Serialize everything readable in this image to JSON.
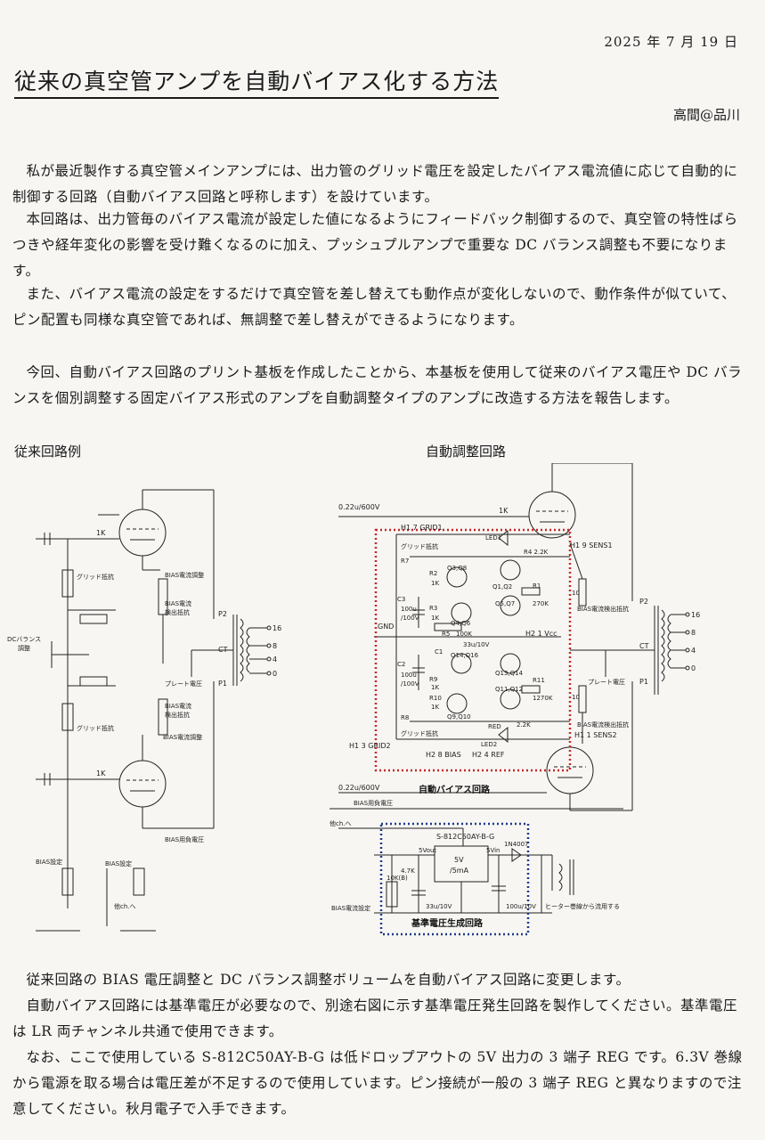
{
  "date": "2025 年 7 月 19 日",
  "title": "従来の真空管アンプを自動バイアス化する方法",
  "author": "高間@品川",
  "paragraphs": [
    "私が最近製作する真空管メインアンプには、出力管のグリッド電圧を設定したバイアス電流値に応じて自動的に制御する回路（自動バイアス回路と呼称します）を設けています。",
    "本回路は、出力管毎のバイアス電流が設定した値になるようにフィードバック制御するので、真空管の特性ばらつきや経年変化の影響を受け難くなるのに加え、プッシュプルアンプで重要な DC バランス調整も不要になります。",
    "また、バイアス電流の設定をするだけで真空管を差し替えても動作点が変化しないので、動作条件が似ていて、ピン配置も同様な真空管であれば、無調整で差し替えができるようになります。",
    "今回、自動バイアス回路のプリント基板を作成したことから、本基板を使用して従来のバイアス電圧や DC バランスを個別調整する固定バイアス形式のアンプを自動調整タイプのアンプに改造する方法を報告します。"
  ],
  "labels": {
    "left": "従来回路例",
    "right": "自動調整回路"
  },
  "left_circuit": {
    "r_1k": "1K",
    "grid_r": "グリッド抵抗",
    "dc_balance": "DCバランス",
    "dc_balance2": "調整",
    "bias_adj_r": "BIAS電流調整",
    "bias_sense": "BIAS電流",
    "bias_sense2": "検出抵抗",
    "plate_choke": "プレート電圧",
    "bias_adj": "BIAS設定",
    "bias_adj_b": "BIAS設定",
    "bias_neg": "BIAS用負電圧",
    "to_ch": "他ch.へ",
    "p2": "P2",
    "p1": "P1",
    "ct": "CT",
    "out16": "16",
    "out8": "8",
    "out4": "4",
    "out0": "0"
  },
  "right_circuit": {
    "cap": "0.22u/600V",
    "cap2": "0.22u/600V",
    "r_1k": "1K",
    "h17": "H1 7 GRID1",
    "h19": "H1 9 SENS1",
    "h13": "H1 3 GRID2",
    "h11": "H1 1 SENS2",
    "h28": "H2 8 BIAS",
    "h24": "H2 4 REF",
    "h21": "H2 1 Vcc",
    "gnd": "GND",
    "grid_r": "グリッド抵抗",
    "grid_r2": "グリッド抵抗",
    "led1": "LED1",
    "led2": "LED2",
    "red": "RED",
    "r7": "R7",
    "r8": "R8",
    "r4": "R4 2.2K",
    "r5": "2.2K",
    "r1": "R1",
    "r1v": "270K",
    "r11": "R11",
    "r11v": "1270K",
    "r2": "R2",
    "r3": "R3",
    "r9": "R9",
    "r10": "R10",
    "r5b": "R5",
    "k100": "100K",
    "r1k": "1K",
    "q38": "Q3,Q8",
    "q12": "Q1,Q2",
    "q46": "Q4,Q6",
    "q57": "Q5,Q7",
    "q416": "Q14,Q16",
    "q1314": "Q13,Q14",
    "q910": "Q9,Q10",
    "q1112": "Q11,Q12",
    "c3": "C3",
    "c2": "C2",
    "cap100": "100u",
    "cap100v": "/100V",
    "c1": "C1",
    "c33": "33u/10V",
    "bias_sense": "BIAS電流検出抵抗",
    "bias_sense2": "BIAS電流検出抵抗",
    "plate": "プレート電圧",
    "auto_bias": "自動バイアス回路",
    "p2": "P2",
    "p1": "P1",
    "ct": "CT",
    "out16": "16",
    "out8": "8",
    "out4": "4",
    "out0": "0",
    "r10_": "10",
    "r10b": "10"
  },
  "ref_circuit": {
    "bias_neg": "BIAS用負電圧",
    "to_ch": "他ch.へ",
    "ic": "S-812C50AY-B-G",
    "diode": "1N4007",
    "vout": "5Vout",
    "vin": "5Vin",
    "ic_v": "5V",
    "ic_i": "/5mA",
    "bias_current": "BIAS電流設定",
    "r_10k": "10K(B)",
    "r_47k": "4.7K",
    "c_33": "33u/10V",
    "c_100": "100u/10V",
    "heater": "ヒーター巻線から流用する",
    "title": "基準電圧生成回路"
  },
  "bottom_paragraphs": [
    "従来回路の BIAS 電圧調整と DC バランス調整ボリュームを自動バイアス回路に変更します。",
    "自動バイアス回路には基準電圧が必要なので、別途右図に示す基準電圧発生回路を製作してください。基準電圧は LR 両チャンネル共通で使用できます。",
    "なお、ここで使用している S-812C50AY-B-G は低ドロップアウトの 5V 出力の 3 端子 REG です。6.3V 巻線から電源を取る場合は電圧差が不足するので使用しています。ピン接続が一般の 3 端子 REG と異なりますので注意してください。秋月電子で入手できます。"
  ]
}
